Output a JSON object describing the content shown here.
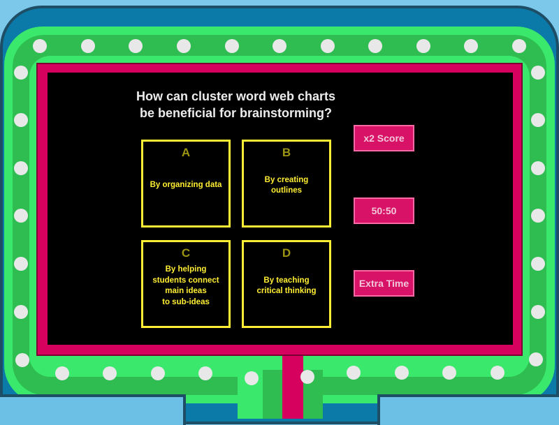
{
  "question": {
    "line1": "How can cluster word web charts",
    "line2": "be beneficial for brainstorming?"
  },
  "answers": [
    {
      "letter": "A",
      "text": "By organizing data"
    },
    {
      "letter": "B",
      "text": "By creating\noutlines"
    },
    {
      "letter": "C",
      "text": "By helping\nstudents connect\nmain ideas\nto sub-ideas"
    },
    {
      "letter": "D",
      "text": "By teaching\ncritical thinking"
    }
  ],
  "powerups": [
    {
      "label": "x2 Score"
    },
    {
      "label": "50:50"
    },
    {
      "label": "Extra Time"
    }
  ],
  "colors": {
    "frame_blue": "#0b7aa8",
    "track_green": "#3ae86c",
    "track_green_dark": "#2fbd52",
    "border_magenta": "#d6005e",
    "answer_yellow": "#ffee33",
    "powerup_pink": "#d81266",
    "light_bulb": "#e8e8e8"
  }
}
